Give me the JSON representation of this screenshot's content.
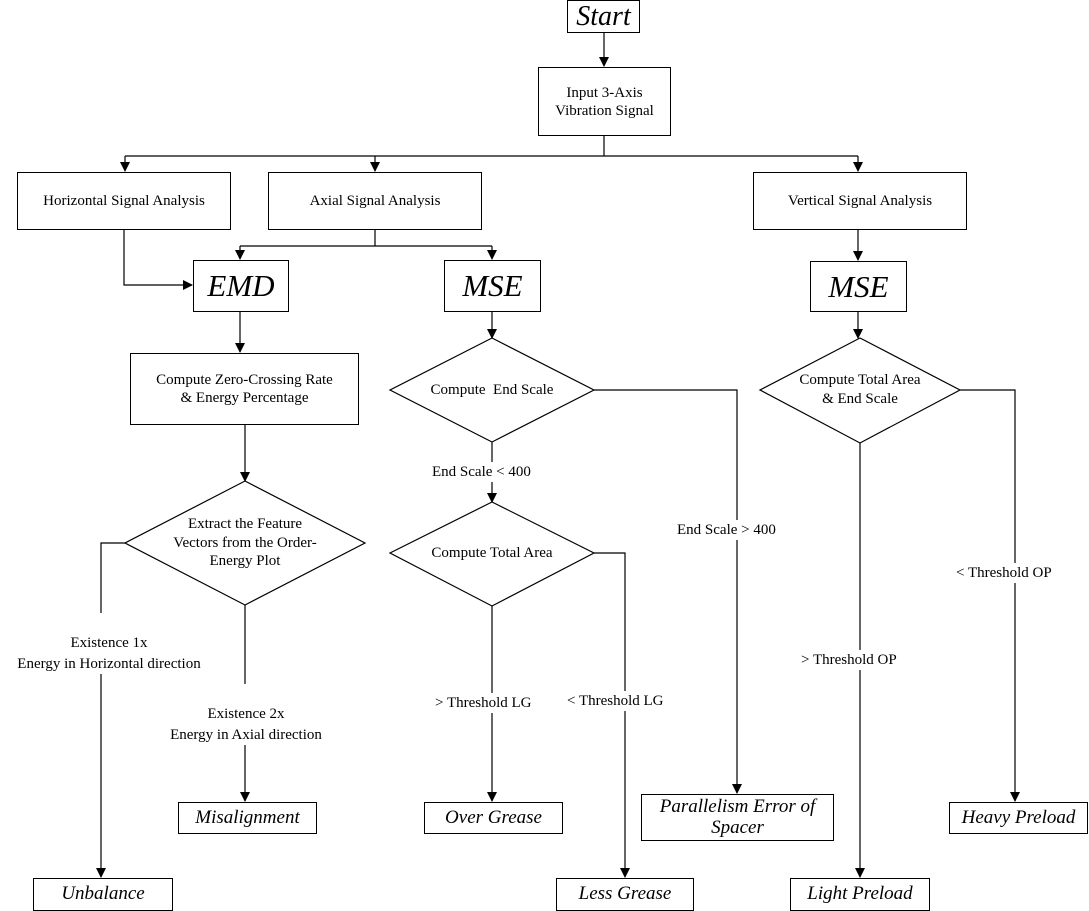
{
  "nodes": {
    "start": "Start",
    "input": "Input 3-Axis\nVibration Signal",
    "horizontal": "Horizontal Signal Analysis",
    "axial": "Axial Signal Analysis",
    "vertical": "Vertical Signal Analysis",
    "emd": "EMD",
    "mse_axial": "MSE",
    "mse_vertical": "MSE",
    "zero_crossing": "Compute Zero-Crossing Rate\n& Energy Percentage",
    "end_scale": "Compute  End Scale",
    "total_area_end_scale": "Compute Total Area\n& End Scale",
    "extract_feature": "Extract the Feature\nVectors from the Order-\nEnergy Plot",
    "total_area": "Compute Total Area",
    "misalignment": "Misalignment",
    "unbalance": "Unbalance",
    "over_grease": "Over Grease",
    "less_grease": "Less Grease",
    "parallelism": "Parallelism Error of\nSpacer",
    "light_preload": "Light Preload",
    "heavy_preload": "Heavy Preload"
  },
  "edge_labels": {
    "existence_1x": "Existence 1x\nEnergy in Horizontal direction",
    "existence_2x": "Existence 2x\nEnergy in Axial direction",
    "end_scale_lt": "End Scale < 400",
    "end_scale_gt": "End Scale > 400",
    "gt_threshold_lg": "> Threshold LG",
    "lt_threshold_lg": "< Threshold LG",
    "gt_threshold_op": "> Threshold OP",
    "lt_threshold_op": "< Threshold OP"
  }
}
